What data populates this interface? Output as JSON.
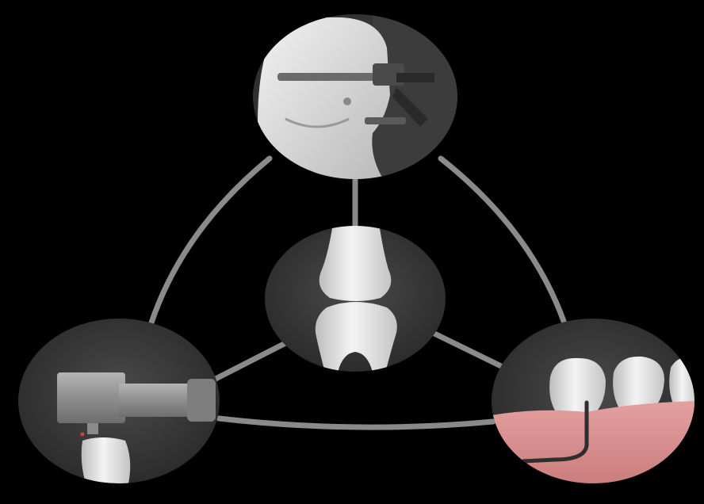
{
  "diagram": {
    "background": "#000000",
    "connector_color": "#8a8a8a",
    "node_fill": "#3a3a3a",
    "gum_color": "#d98c8c",
    "tooth_color": "#e8e8e8",
    "nodes": [
      {
        "id": "face",
        "icon": "face-with-loupe-icon"
      },
      {
        "id": "tooth-contact",
        "icon": "tooth-contact-icon"
      },
      {
        "id": "handpiece",
        "icon": "dental-handpiece-icon"
      },
      {
        "id": "gum-probe",
        "icon": "periodontal-probe-icon"
      }
    ],
    "edges": [
      [
        "face",
        "tooth-contact"
      ],
      [
        "face",
        "handpiece"
      ],
      [
        "face",
        "gum-probe"
      ],
      [
        "tooth-contact",
        "handpiece"
      ],
      [
        "tooth-contact",
        "gum-probe"
      ],
      [
        "handpiece",
        "gum-probe"
      ]
    ]
  }
}
